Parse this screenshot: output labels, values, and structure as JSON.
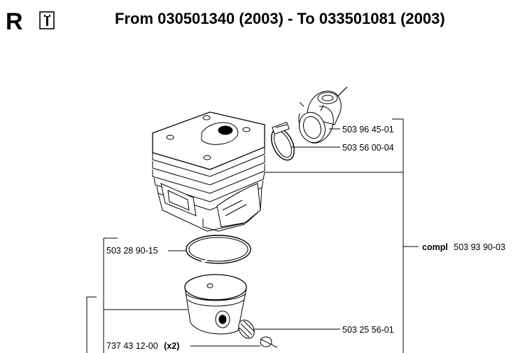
{
  "header": {
    "section_letter": "R",
    "tool_icon": "wrench-icon",
    "title": "From 030501340 (2003) - To 033501081 (2003)"
  },
  "parts": {
    "intake_bellow": "503 96 45-01",
    "clamp": "503 56 00-04",
    "compl_prefix": "compl",
    "compl_number": "503 93 90-03",
    "ring": "503 28 90-15",
    "bearing": "503 25 56-01",
    "circlip_number": "737 43 12-00",
    "circlip_qty": "(x2)"
  }
}
